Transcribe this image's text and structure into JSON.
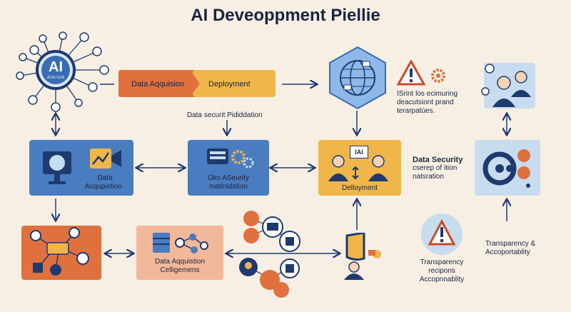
{
  "title": "AI Deveoppment Piellie",
  "hub": {
    "text": "AI",
    "subtext": "ACAI GUB"
  },
  "banner": {
    "left": "Data Aqquision",
    "right": "Deployment"
  },
  "top_texts": {
    "security_note": "Data securit Pididdation",
    "warning_desc": [
      "ISrint los ecimuring",
      "deacutsiont prand",
      "terarpatúes."
    ]
  },
  "row2": {
    "acq": [
      "Data",
      "Acqupistion"
    ],
    "sec": [
      "Oks ASeurity",
      "matinidation"
    ],
    "deploy": "Delloyment",
    "deploy_ab": "IAI",
    "security_side": [
      "Data Security",
      "cserep of ition",
      "natsration"
    ]
  },
  "row3": {
    "collect": [
      "Data Aqquistion",
      "Celligemens"
    ],
    "transparency_left": [
      "Transparency",
      "recipons",
      "Accopnnablity"
    ],
    "transparency_right": [
      "Transparency &",
      "Accoportablity"
    ]
  },
  "colors": {
    "navy": "#1e3a6e",
    "blue": "#4a7cc0",
    "light_blue": "#c8dcf0",
    "orange": "#e0703e",
    "salmon": "#f2b89a",
    "yellow": "#f0b64a",
    "bg": "#f7efe3"
  }
}
